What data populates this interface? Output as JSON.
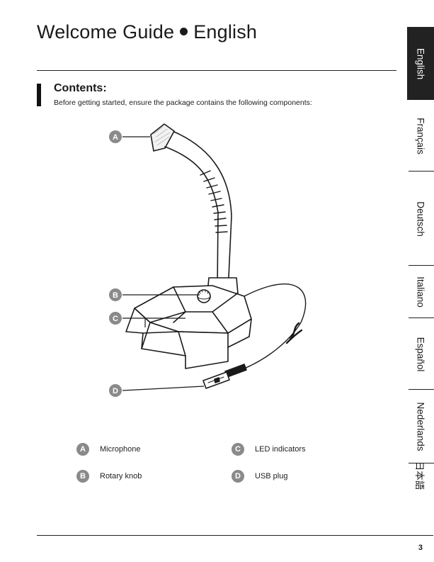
{
  "header": {
    "title_left": "Welcome Guide",
    "title_right": "English"
  },
  "section": {
    "title": "Contents:",
    "intro": "Before getting started, ensure the package contains the following components:"
  },
  "callouts": [
    "A",
    "B",
    "C",
    "D"
  ],
  "legend": [
    {
      "letter": "A",
      "label": "Microphone"
    },
    {
      "letter": "B",
      "label": "Rotary knob"
    },
    {
      "letter": "C",
      "label": "LED indicators"
    },
    {
      "letter": "D",
      "label": "USB plug"
    }
  ],
  "languages": [
    {
      "label": "English",
      "active": true
    },
    {
      "label": "Français",
      "active": false
    },
    {
      "label": "Deutsch",
      "active": false
    },
    {
      "label": "Italiano",
      "active": false
    },
    {
      "label": "Español",
      "active": false
    },
    {
      "label": "Nederlands",
      "active": false
    },
    {
      "label": "日本語",
      "active": false
    }
  ],
  "page_number": "3",
  "colors": {
    "text": "#1a1a1a",
    "badge": "#8a8a8a",
    "active_tab": "#222222"
  }
}
